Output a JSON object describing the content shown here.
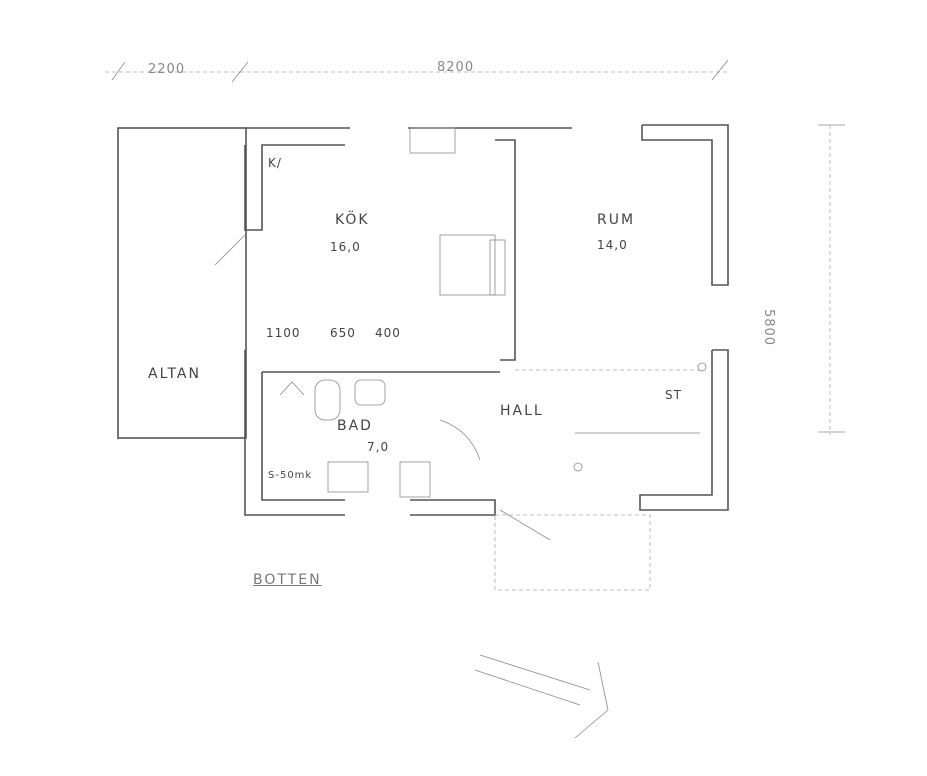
{
  "plan": {
    "title": "BOTTEN",
    "dimensions": {
      "top_left": "2200",
      "top_right": "8200",
      "right_vertical": "5800",
      "bath_1": "1100",
      "bath_2": "650",
      "bath_3": "400"
    },
    "rooms": [
      {
        "name": "KÖK",
        "area": "16,0"
      },
      {
        "name": "RUM",
        "area": "14,0"
      },
      {
        "name": "ALTAN"
      },
      {
        "name": "BAD",
        "area": "7,0"
      },
      {
        "name": "HALL"
      }
    ],
    "annotations": {
      "kitchen_corner": "K/",
      "storage": "ST",
      "bath_label": "S-50mk"
    }
  }
}
